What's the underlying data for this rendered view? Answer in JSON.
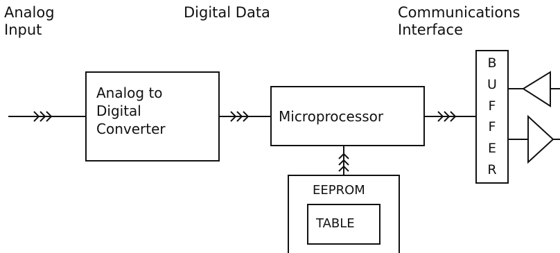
{
  "labels": {
    "analog_input": [
      "Analog",
      "Input"
    ],
    "digital_data": "Digital Data",
    "comm_interface": [
      "Communications",
      "Interface"
    ]
  },
  "blocks": {
    "adc": [
      "Analog to",
      "Digital",
      "Converter"
    ],
    "microprocessor": "Microprocessor",
    "eeprom": "EEPROM",
    "table": "TABLE",
    "buffer": [
      "B",
      "U",
      "F",
      "F",
      "E",
      "R"
    ]
  },
  "colors": {
    "line": "#111111",
    "background": "#ffffff"
  }
}
